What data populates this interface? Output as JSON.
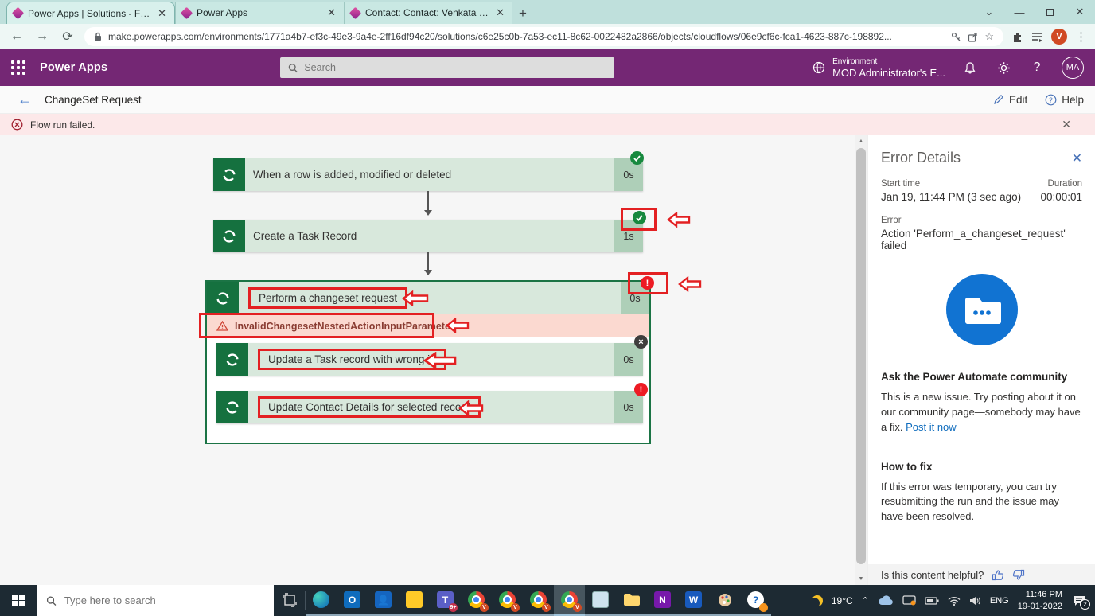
{
  "colors": {
    "brand_purple": "#742774",
    "node_green": "#15713f",
    "node_body": "#d8e8dc",
    "duration_cell": "#aecfb8",
    "success": "#17893e",
    "failure": "#ed1b24",
    "cancelled": "#3f3e3d",
    "scope_border": "#1b7445",
    "annotation_red": "#e32022",
    "link_blue": "#0f6cbd",
    "banner_pink": "#fce8e9"
  },
  "browser": {
    "tabs": [
      {
        "title": "Power Apps | Solutions - Flows"
      },
      {
        "title": "Power Apps"
      },
      {
        "title": "Contact: Contact: Venkata Subba"
      }
    ],
    "url": "make.powerapps.com/environments/1771a4b7-ef3c-49e3-9a4e-2ff16df94c20/solutions/c6e25c0b-7a53-ec11-8c62-0022482a2866/objects/cloudflows/06e9cf6c-fca1-4623-887c-198892...",
    "profile_initial": "V"
  },
  "app_header": {
    "brand": "Power Apps",
    "search_placeholder": "Search",
    "environment_label": "Environment",
    "environment_name": "MOD Administrator's E...",
    "avatar_initials": "MA"
  },
  "page": {
    "title": "ChangeSet Request",
    "edit_label": "Edit",
    "help_label": "Help"
  },
  "banner": {
    "message": "Flow run failed."
  },
  "flow": {
    "nodes": [
      {
        "title": "When a row is added, modified or deleted",
        "duration": "0s",
        "status": "succeeded"
      },
      {
        "title": "Create a Task Record",
        "duration": "1s",
        "status": "succeeded"
      },
      {
        "title": "Perform a changeset request",
        "duration": "0s",
        "status": "failed"
      },
      {
        "title": "Update a Task record with wrong id",
        "duration": "0s",
        "status": "cancelled"
      },
      {
        "title": "Update Contact Details for selected record",
        "duration": "0s",
        "status": "failed"
      }
    ],
    "inline_error": "InvalidChangesetNestedActionInputParameters.",
    "failed_badge": "!",
    "cancelled_badge": "×"
  },
  "error_panel": {
    "title": "Error Details",
    "start_time_label": "Start time",
    "start_time": "Jan 19, 11:44 PM (3 sec ago)",
    "duration_label": "Duration",
    "duration": "00:00:01",
    "error_label": "Error",
    "error_text": "Action 'Perform_a_changeset_request' failed",
    "community_heading": "Ask the Power Automate community",
    "community_text": "This is a new issue. Try posting about it on our community page—somebody may have a fix.",
    "community_link": "Post it now",
    "howtofix_heading": "How to fix",
    "howtofix_text": "If this error was temporary, you can try resubmitting the run and the issue may have been resolved.",
    "footer_question": "Is this content helpful?"
  },
  "taskbar": {
    "search_placeholder": "Type here to search",
    "teams_badge": "9+",
    "temperature": "19°C",
    "language": "ENG",
    "time": "11:46 PM",
    "date": "19-01-2022",
    "notification_count": "2"
  }
}
